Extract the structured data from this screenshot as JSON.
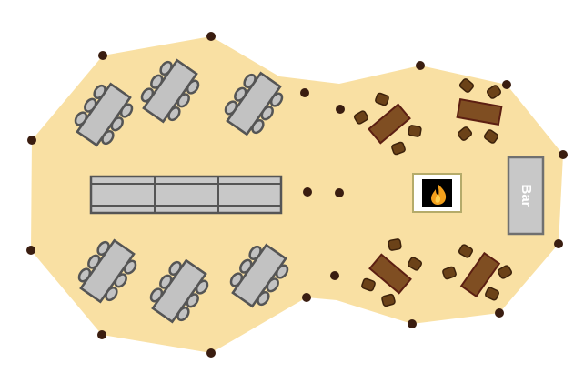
{
  "floor_plan": {
    "bar_label": "Bar",
    "colors": {
      "floor": "#f9e0a3",
      "post": "#3a1d10",
      "table_gray": "#c2c2c2",
      "table_stroke": "#555555",
      "wood_table": "#7f4e22",
      "wood_stroke": "#5c1f12",
      "stool": "#6b4218",
      "bar_fill": "#c8c8c8",
      "bar_stroke": "#707070",
      "fire_border": "#b5ab6a",
      "fire_bg": "#000000",
      "flame": "#f3a01c"
    },
    "icons": [
      "fireplace-icon"
    ],
    "dining_tables_count": 6,
    "bench_segments_count": 3,
    "lounge_tables_count": 4
  }
}
